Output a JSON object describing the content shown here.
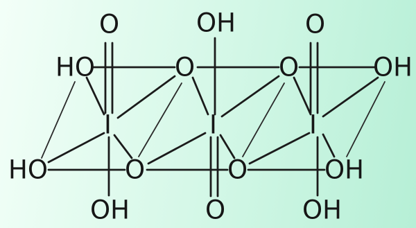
{
  "atoms": [
    {
      "id": "o-top-1",
      "label": "O"
    },
    {
      "id": "oh-top-2",
      "label": "OH"
    },
    {
      "id": "o-top-3",
      "label": "O"
    },
    {
      "id": "ho-upper-left",
      "label": "HO"
    },
    {
      "id": "o-upper-bridge-1",
      "label": "O"
    },
    {
      "id": "o-upper-bridge-2",
      "label": "O"
    },
    {
      "id": "oh-upper-right",
      "label": "OH"
    },
    {
      "id": "iodine-1",
      "label": "I"
    },
    {
      "id": "iodine-2",
      "label": "I"
    },
    {
      "id": "iodine-3",
      "label": "I"
    },
    {
      "id": "ho-lower-left",
      "label": "HO"
    },
    {
      "id": "o-lower-bridge-1",
      "label": "O"
    },
    {
      "id": "o-lower-bridge-2",
      "label": "O"
    },
    {
      "id": "oh-lower-right",
      "label": "OH"
    },
    {
      "id": "oh-bottom-1",
      "label": "OH"
    },
    {
      "id": "o-bottom-2",
      "label": "O"
    },
    {
      "id": "oh-bottom-3",
      "label": "OH"
    }
  ],
  "colors": {
    "bond": "#1b1b1b",
    "text": "#161616"
  }
}
